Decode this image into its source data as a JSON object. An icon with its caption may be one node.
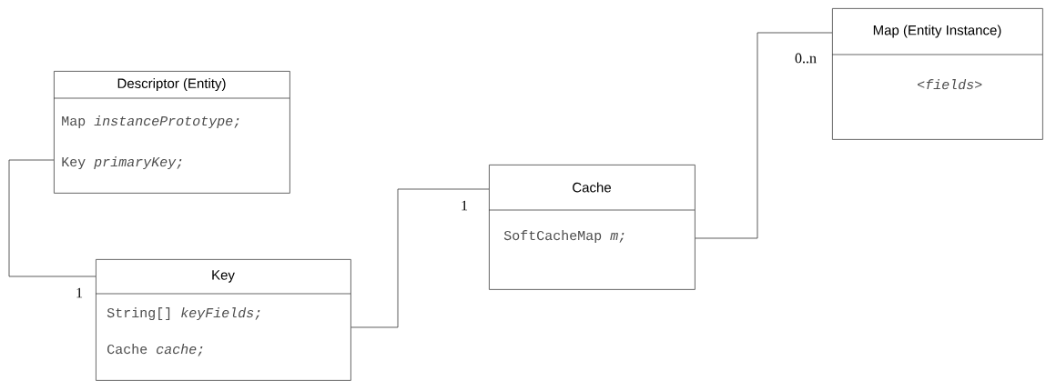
{
  "diagram": {
    "nodes": [
      {
        "text": [
          "Descriptor (Entity)",
          "Map *instancePrototype;*",
          "Key *primaryKey;*"
        ]
      },
      {
        "text": [
          "Key",
          "String[] *keyFields;*",
          "Cache    *cache;*"
        ]
      },
      {
        "text": [
          "Cache",
          "SoftCacheMap  *m;*"
        ]
      },
      {
        "text": [
          "Map (Entity Instance)",
          "<fields>"
        ]
      }
    ],
    "edges": [
      {
        "from": 0,
        "to": 1,
        "arrow": "none",
        "label": "1"
      },
      {
        "from": 1,
        "to": 2,
        "arrow": "none",
        "label": "1"
      },
      {
        "from": 2,
        "to": 3,
        "arrow": "none",
        "label": "0..n"
      }
    ]
  }
}
